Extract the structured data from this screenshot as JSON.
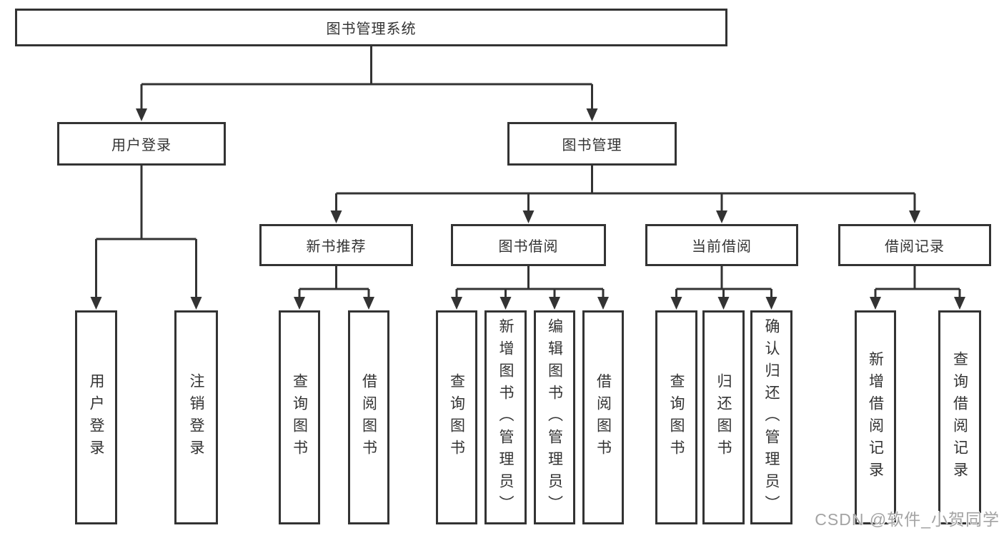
{
  "diagram": {
    "root": {
      "label": "图书管理系统"
    },
    "user_login": {
      "label": "用户登录",
      "children": [
        {
          "label": "用户登录"
        },
        {
          "label": "注销登录"
        }
      ]
    },
    "book_management": {
      "label": "图书管理",
      "sections": [
        {
          "label": "新书推荐",
          "children": [
            {
              "label": "查询图书"
            },
            {
              "label": "借阅图书"
            }
          ]
        },
        {
          "label": "图书借阅",
          "children": [
            {
              "label": "查询图书"
            },
            {
              "label": "新增图书（管理员）"
            },
            {
              "label": "编辑图书（管理员）"
            },
            {
              "label": "借阅图书"
            }
          ]
        },
        {
          "label": "当前借阅",
          "children": [
            {
              "label": "查询图书"
            },
            {
              "label": "归还图书"
            },
            {
              "label": "确认归还（管理员）"
            }
          ]
        },
        {
          "label": "借阅记录",
          "children": [
            {
              "label": "新增借阅记录"
            },
            {
              "label": "查询借阅记录"
            }
          ]
        }
      ]
    }
  },
  "watermark": "CSDN @软件_小贺同学",
  "colors": {
    "line": "#333333",
    "box_border": "#333333",
    "box_fill": "#ffffff",
    "text": "#333333",
    "watermark": "#a3a3a3",
    "background": "#ffffff"
  }
}
